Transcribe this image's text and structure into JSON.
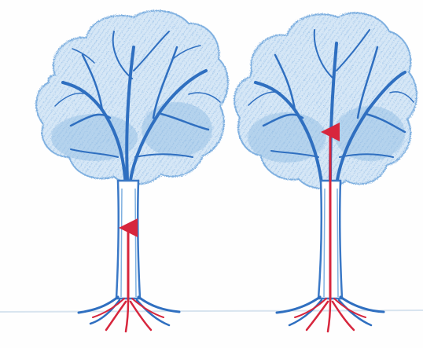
{
  "scene": {
    "subject": "two-trees-sap-flow",
    "colors": {
      "background": "#fefefe",
      "canopy_fill": "#c9dff2",
      "canopy_shade": "#8fbbe3",
      "branch": "#2f6fc0",
      "branch_light": "#4f8fd6",
      "sap_arrow": "#d7263d",
      "ground": "#d8e4ef"
    },
    "trees": [
      {
        "id": "left-tree",
        "sap_rise_fraction": 0.38
      },
      {
        "id": "right-tree",
        "sap_rise_fraction": 0.85
      }
    ]
  }
}
